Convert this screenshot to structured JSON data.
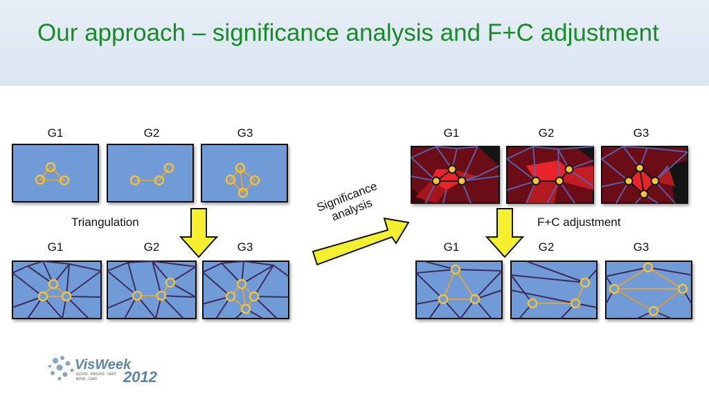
{
  "slide": {
    "title": "Our approach – significance analysis and F+C adjustment"
  },
  "left": {
    "top_labels": [
      "G1",
      "G2",
      "G3"
    ],
    "bottom_labels": [
      "G1",
      "G2",
      "G3"
    ],
    "step_label": "Triangulation"
  },
  "middle": {
    "arrow_label_line1": "Significance",
    "arrow_label_line2": "analysis"
  },
  "right": {
    "top_labels": [
      "G1",
      "G2",
      "G3"
    ],
    "bottom_labels": [
      "G1",
      "G2",
      "G3"
    ],
    "step_label": "F+C adjustment"
  },
  "logo": {
    "word": "VisWeek",
    "year": "2012",
    "tagline1": "SCIVIS · INFOVIS · VAST",
    "tagline2": "BDVA · LDAV"
  },
  "colors": {
    "title": "#198a2a",
    "panel_blue": "#6f9bd6",
    "node_yellow": "#f2c23a",
    "edge_orange": "#e2a23c",
    "mesh_purple": "#3d2a5c",
    "heat_dark": "#6b0f14",
    "heat_bright": "#e8242a",
    "arrow_yellow": "#f4f02f"
  }
}
